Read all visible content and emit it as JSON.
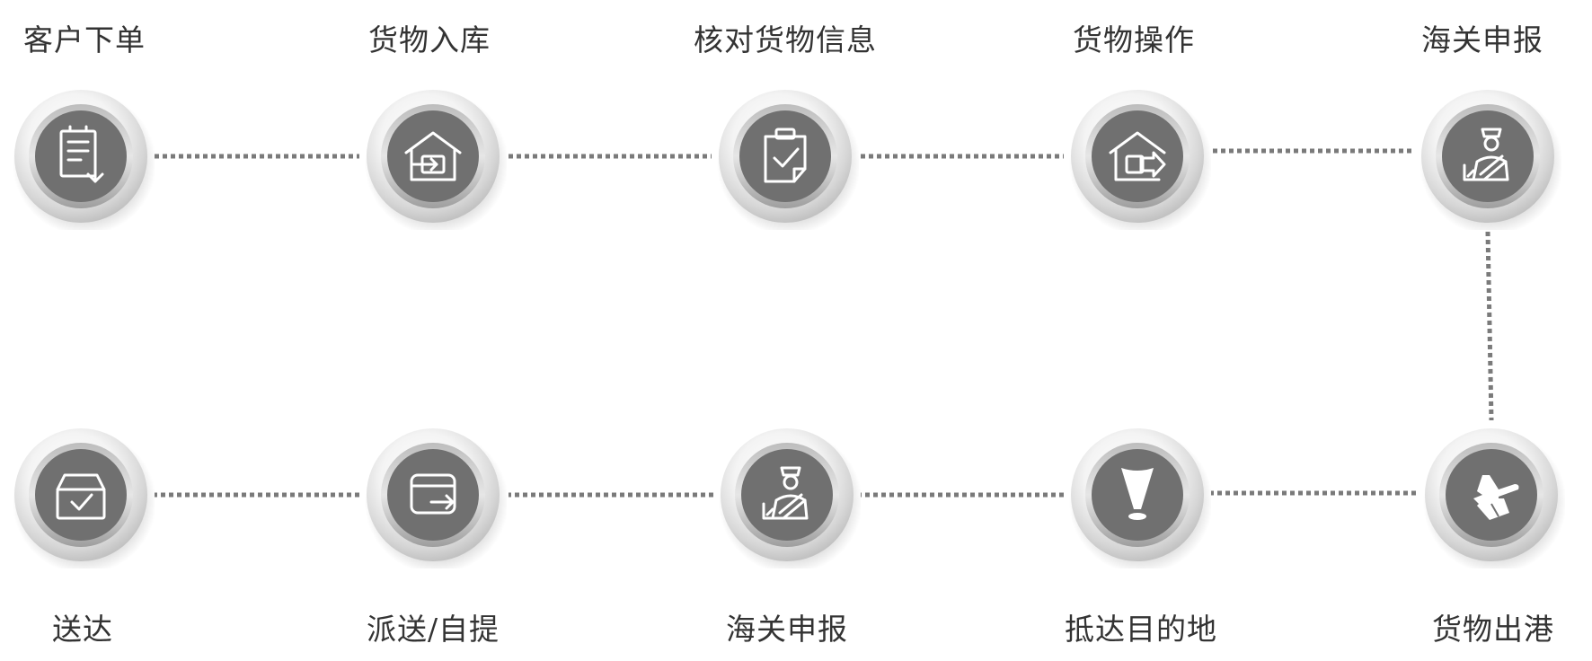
{
  "colors": {
    "connector": "#7a7a7a",
    "disc": "#707070",
    "icon_stroke": "#ffffff",
    "label": "#333333"
  },
  "steps": [
    {
      "label": "客户下单",
      "icon": "order-clipboard-download-icon"
    },
    {
      "label": "货物入库",
      "icon": "warehouse-inbound-icon"
    },
    {
      "label": "核对货物信息",
      "icon": "clipboard-check-icon"
    },
    {
      "label": "货物操作",
      "icon": "warehouse-outbound-icon"
    },
    {
      "label": "海关申报",
      "icon": "customs-officer-icon"
    },
    {
      "label": "货物出港",
      "icon": "airplane-departure-icon"
    },
    {
      "label": "抵达目的地",
      "icon": "location-pin-icon"
    },
    {
      "label": "海关申报",
      "icon": "customs-officer-icon"
    },
    {
      "label": "派送/自提",
      "icon": "card-transfer-icon"
    },
    {
      "label": "送达",
      "icon": "box-check-icon"
    }
  ]
}
